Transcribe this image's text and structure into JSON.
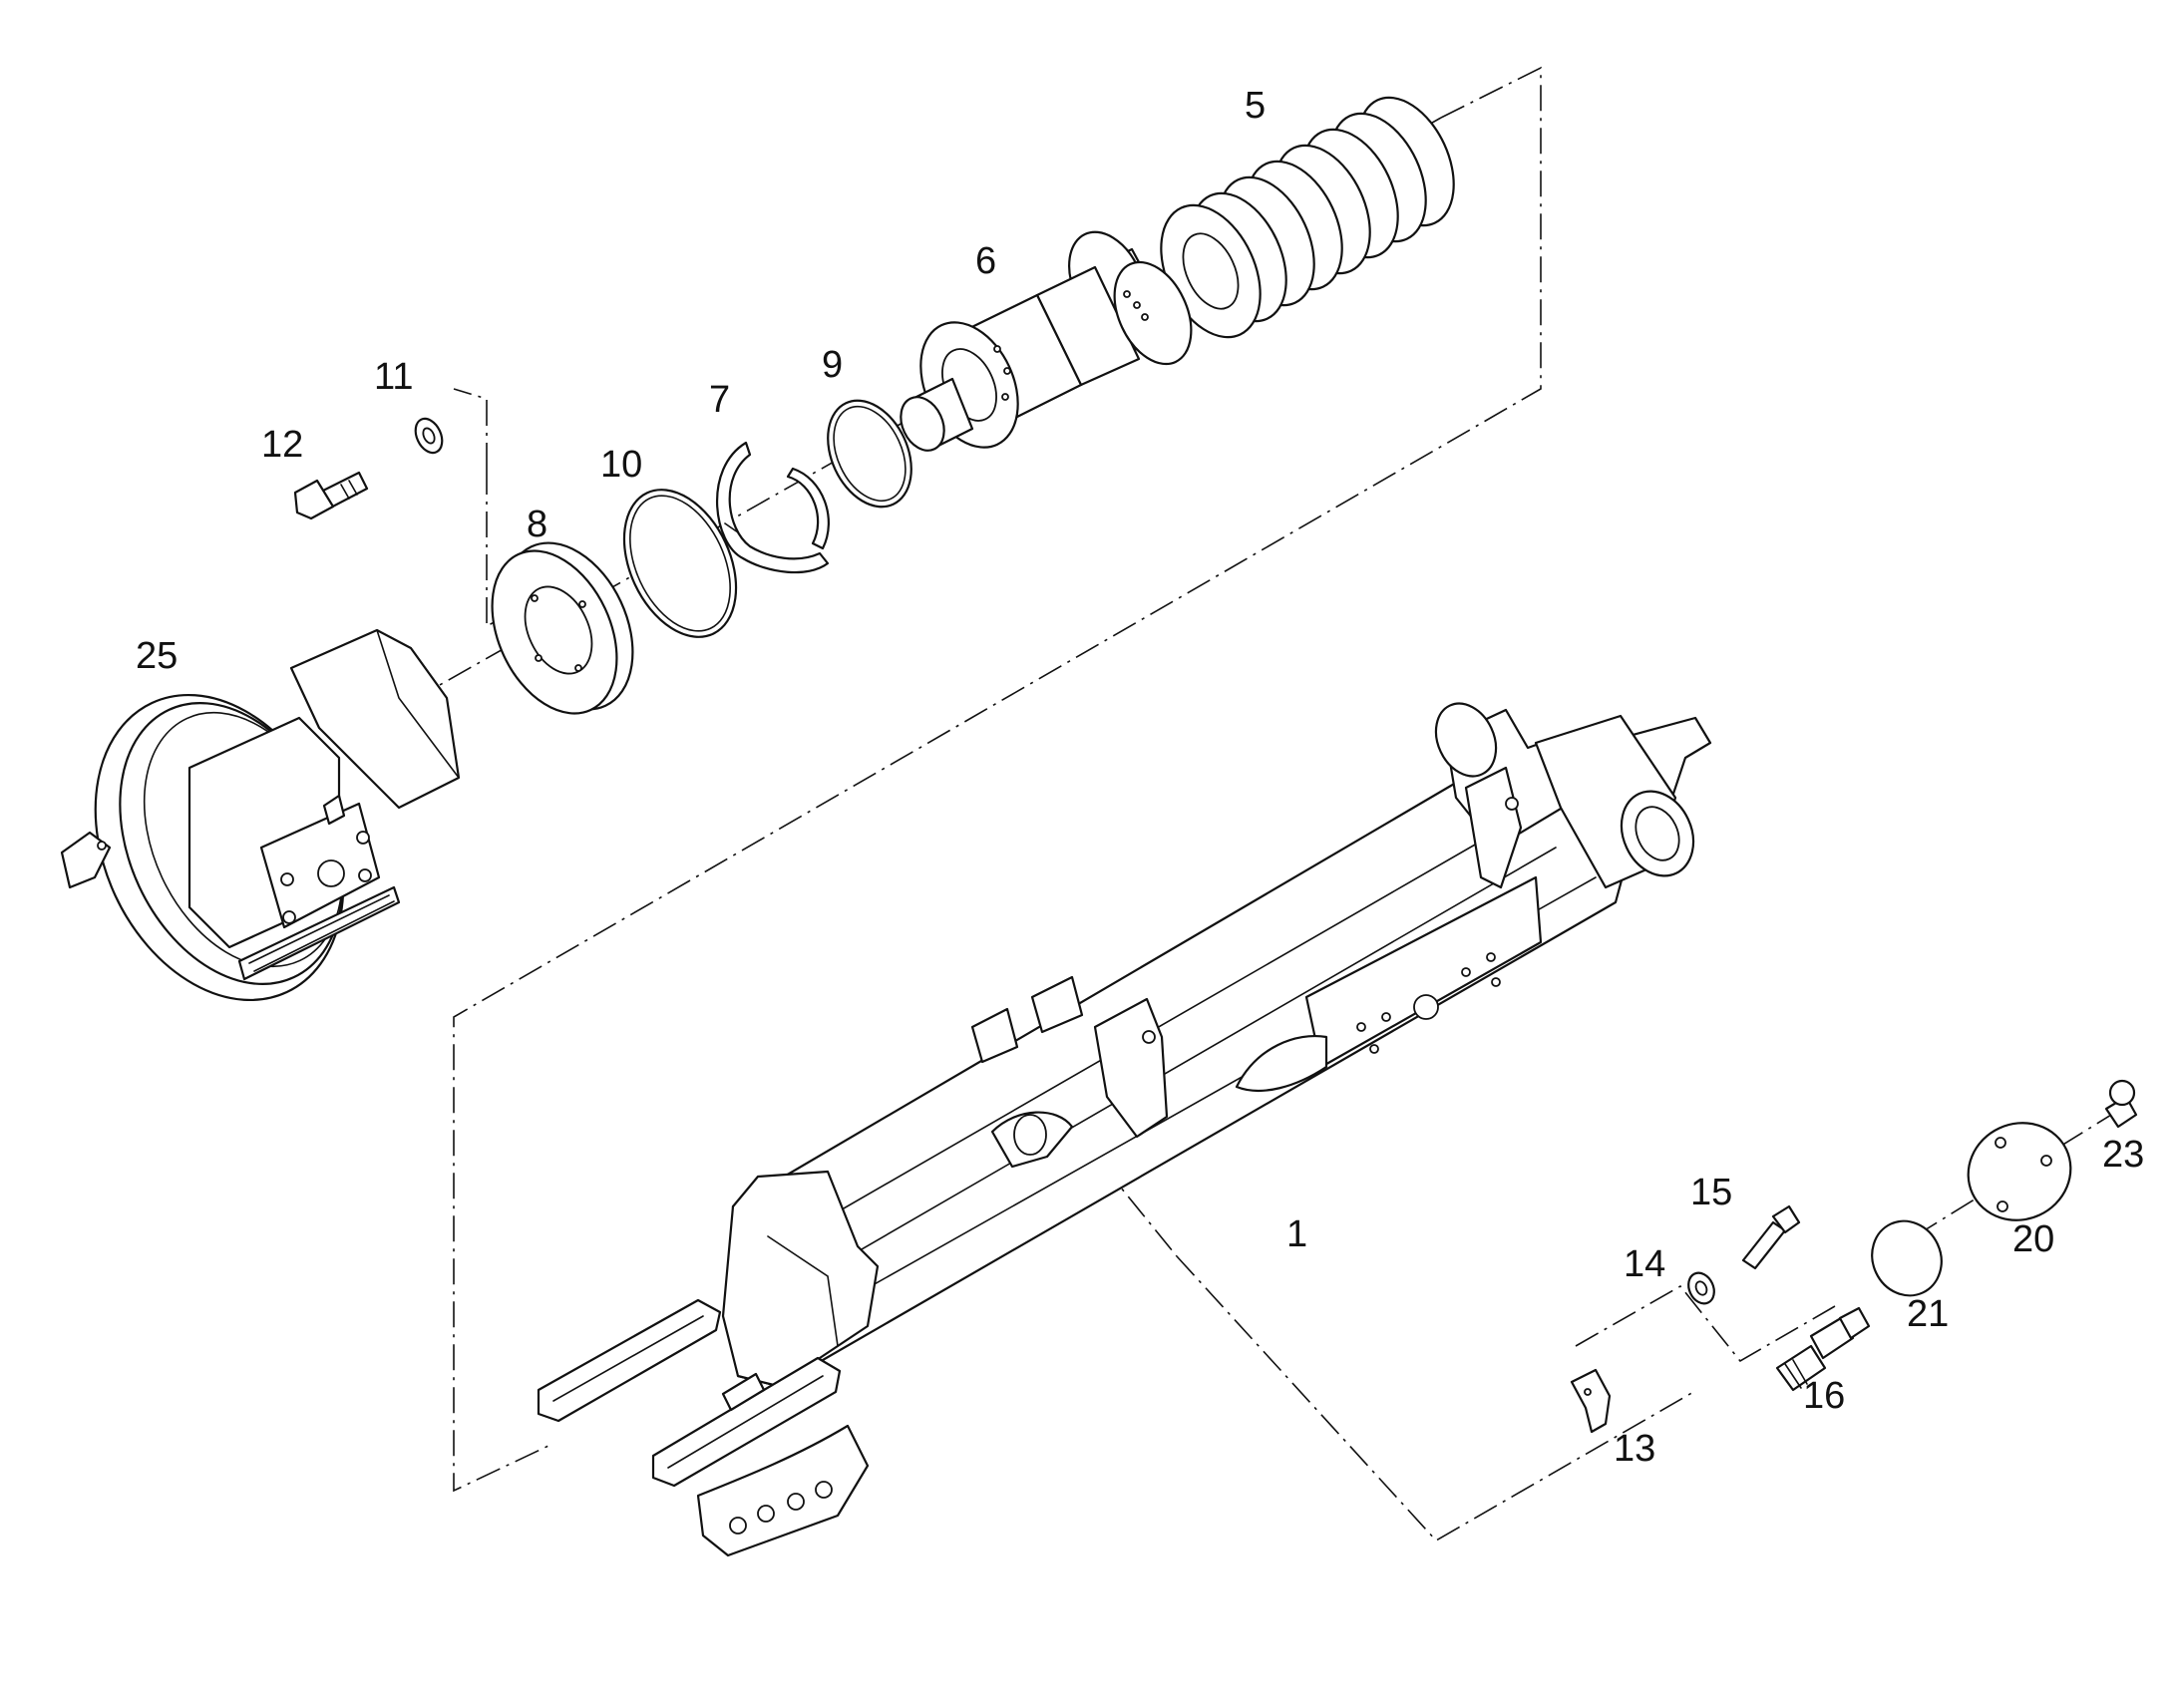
{
  "diagram": {
    "callouts": [
      {
        "id": "5",
        "text": "5"
      },
      {
        "id": "6",
        "text": "6"
      },
      {
        "id": "9",
        "text": "9"
      },
      {
        "id": "7",
        "text": "7"
      },
      {
        "id": "11",
        "text": "11"
      },
      {
        "id": "12",
        "text": "12"
      },
      {
        "id": "10",
        "text": "10"
      },
      {
        "id": "8",
        "text": "8"
      },
      {
        "id": "25",
        "text": "25"
      },
      {
        "id": "1",
        "text": "1"
      },
      {
        "id": "15",
        "text": "15"
      },
      {
        "id": "14",
        "text": "14"
      },
      {
        "id": "13",
        "text": "13"
      },
      {
        "id": "16",
        "text": "16"
      },
      {
        "id": "21",
        "text": "21"
      },
      {
        "id": "20",
        "text": "20"
      },
      {
        "id": "23",
        "text": "23"
      }
    ]
  }
}
